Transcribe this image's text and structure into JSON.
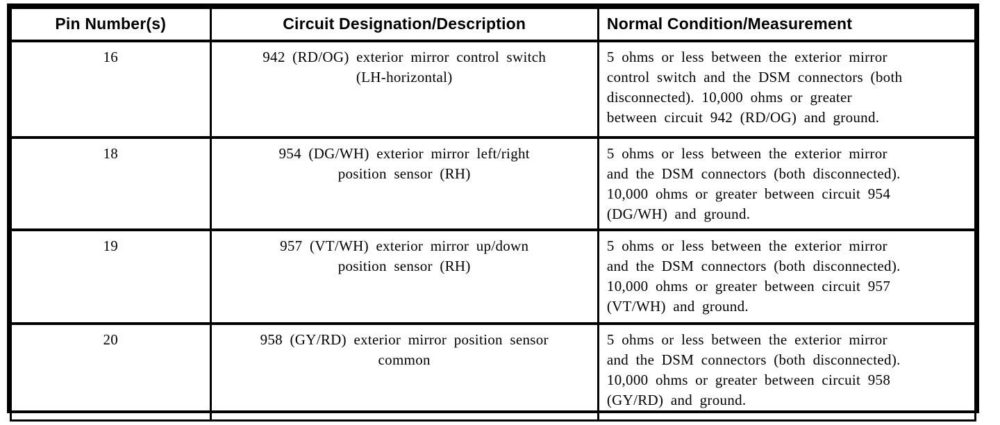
{
  "colors": {
    "border": "#000000",
    "text": "#000000",
    "background": "#ffffff"
  },
  "table": {
    "headers": [
      "Pin Number(s)",
      "Circuit Designation/Description",
      "Normal Condition/Measurement"
    ],
    "rows": [
      {
        "pin": "16",
        "circuit": "942 (RD/OG) exterior mirror control switch\n(LH-horizontal)",
        "normal": "5 ohms or less between the exterior mirror\ncontrol switch and the DSM connectors (both\ndisconnected). 10,000 ohms or greater\nbetween circuit 942 (RD/OG) and ground."
      },
      {
        "pin": "18",
        "circuit": "954 (DG/WH) exterior mirror left/right\nposition sensor (RH)",
        "normal": "5 ohms or less between the exterior mirror\nand the DSM connectors (both disconnected).\n10,000 ohms or greater between circuit 954\n(DG/WH) and ground."
      },
      {
        "pin": "19",
        "circuit": "957 (VT/WH) exterior mirror up/down\nposition sensor (RH)",
        "normal": "5 ohms or less between the exterior mirror\nand the DSM connectors (both disconnected).\n10,000 ohms or greater between circuit 957\n(VT/WH) and ground."
      },
      {
        "pin": "20",
        "circuit": "958 (GY/RD) exterior mirror position sensor\ncommon",
        "normal": "5 ohms or less between the exterior mirror\nand the DSM connectors (both disconnected).\n10,000 ohms or greater between circuit 958\n(GY/RD) and ground."
      }
    ]
  }
}
